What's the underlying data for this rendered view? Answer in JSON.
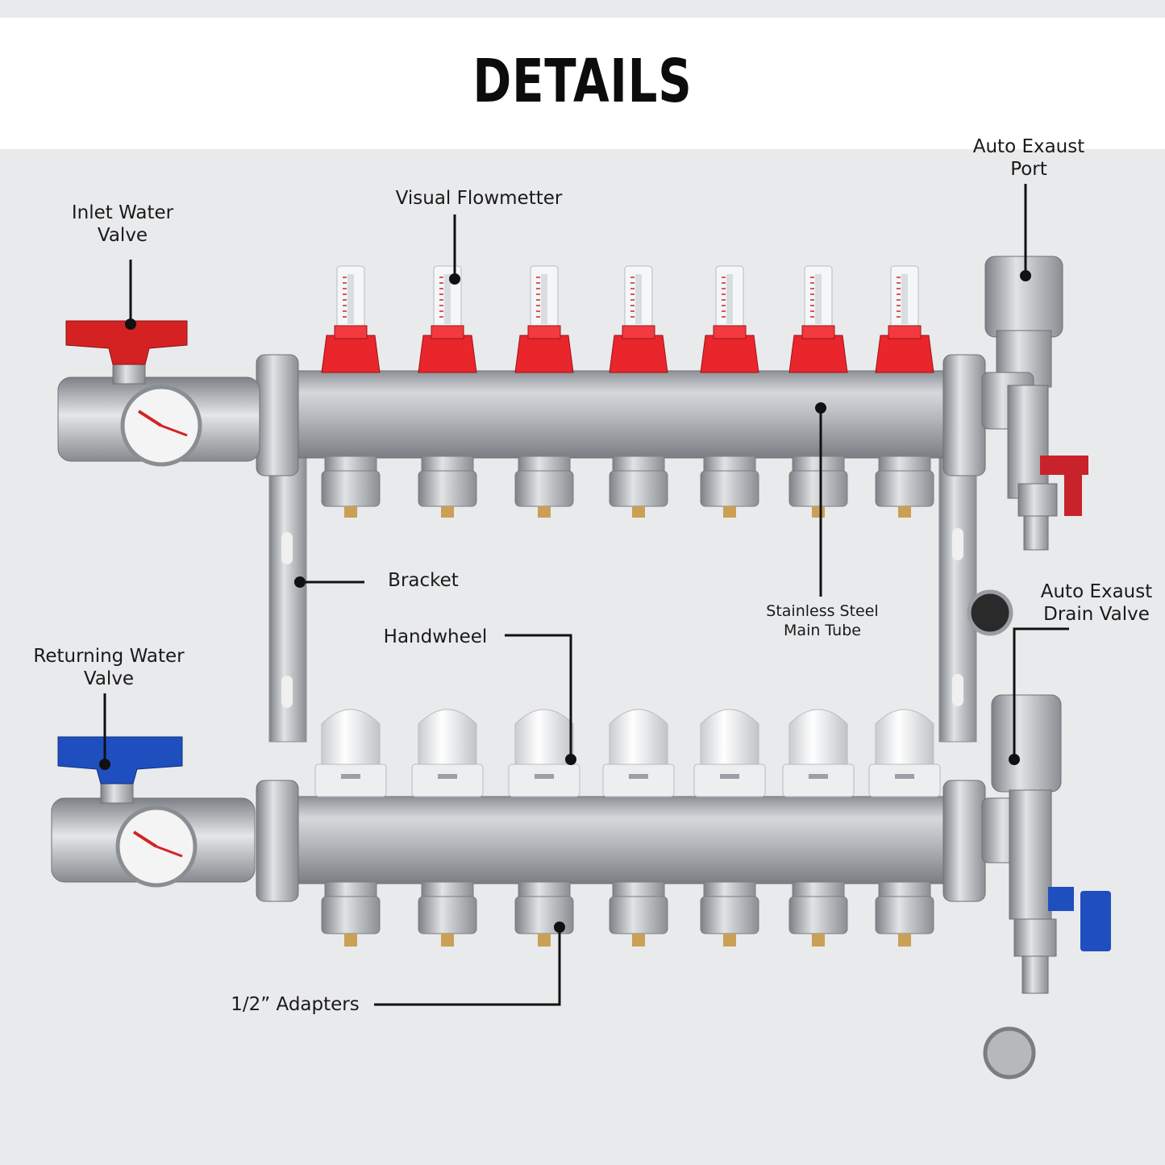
{
  "title": "DETAILS",
  "labels": {
    "inlet_valve": [
      "Inlet Water",
      "Valve"
    ],
    "flowmeter": "Visual Flowmetter",
    "exhaust_port": [
      "Auto Exaust",
      "Port"
    ],
    "bracket": "Bracket",
    "main_tube": [
      "Stainless Steel",
      "Main Tube"
    ],
    "drain_valve": [
      "Auto Exaust",
      "Drain Valve"
    ],
    "return_valve": [
      "Returning Water",
      "Valve"
    ],
    "handwheel": "Handwheel",
    "adapters": "1/2” Adapters"
  },
  "colors": {
    "inlet_handle": "#d42222",
    "return_handle": "#1f4fbf",
    "flow_cap": "#e8262c",
    "steel": "#b8bcc0",
    "brass": "#c9a055"
  },
  "ports": 7
}
